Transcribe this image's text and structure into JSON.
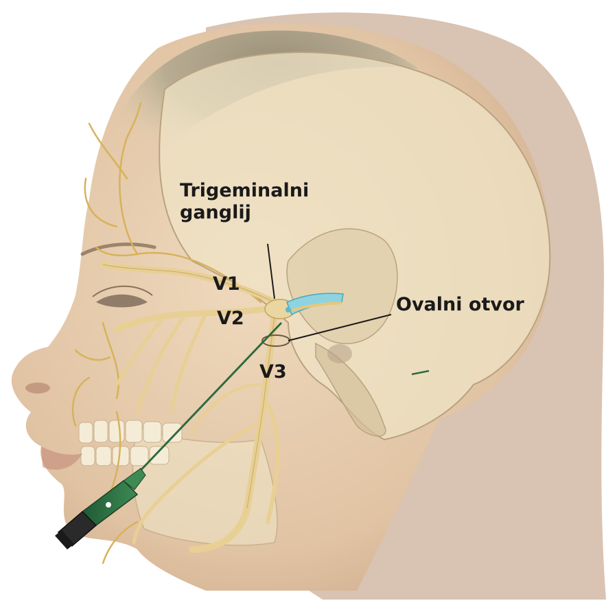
{
  "labels": {
    "trigeminal_ganglion_line1": "Trigeminalni",
    "trigeminal_ganglion_line2": "ganglij",
    "oval_foramen": "Ovalni otvor",
    "v1": "V1",
    "v2": "V2",
    "v3": "V3"
  },
  "colors": {
    "skin": "#e3c9a9",
    "skin_shadow": "#c9a584",
    "background_silhouette": "#d8c2b0",
    "skull": "#efe3c6",
    "skull_outline": "#b9a27f",
    "nerve": "#e8cf94",
    "nerve_outline": "#c3a35f",
    "needle": "#2f6b3f",
    "needle_hub": "#2e8b4a",
    "ganglion_highlight": "#8fd3e0"
  }
}
